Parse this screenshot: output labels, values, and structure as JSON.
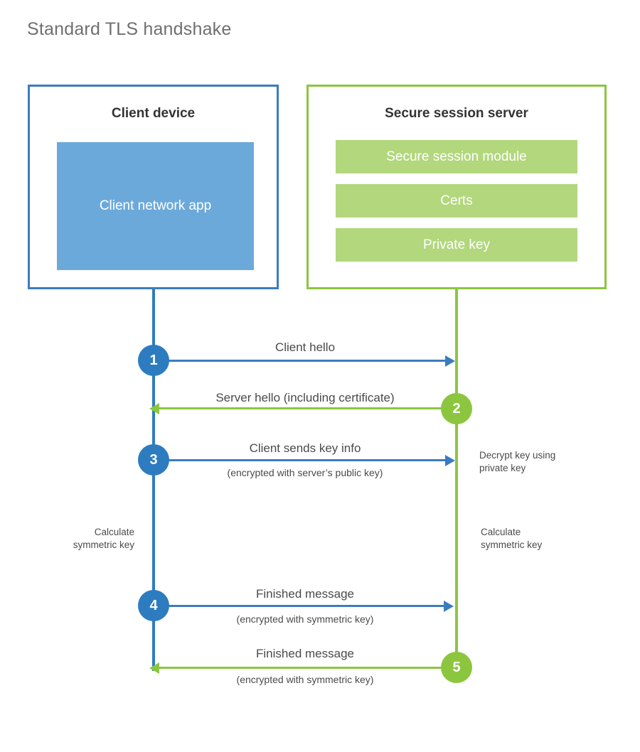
{
  "page": {
    "title": "Standard TLS handshake"
  },
  "colors": {
    "client_border": "#3b7cc0",
    "client_line": "#2e7cc0",
    "client_fill": "#6ca9db",
    "server_border": "#8cc63f",
    "server_fill": "#b2d77c",
    "title_text": "#6f6f6f",
    "body_text": "#4a4a4a",
    "background": "#ffffff"
  },
  "client": {
    "title": "Client device",
    "app_label": "Client network app"
  },
  "server": {
    "title": "Secure session server",
    "modules": [
      {
        "label": "Secure session module"
      },
      {
        "label": "Certs"
      },
      {
        "label": "Private key"
      }
    ]
  },
  "steps": [
    {
      "number": "1",
      "label": "Client hello",
      "sub": "",
      "direction": "client-to-server",
      "color": "blue"
    },
    {
      "number": "2",
      "label": "Server hello (including certificate)",
      "sub": "",
      "direction": "server-to-client",
      "color": "green"
    },
    {
      "number": "3",
      "label": "Client sends key info",
      "sub": "(encrypted with server’s public key)",
      "direction": "client-to-server",
      "color": "blue"
    },
    {
      "number": "4",
      "label": "Finished message",
      "sub": "(encrypted with symmetric key)",
      "direction": "client-to-server",
      "color": "blue"
    },
    {
      "number": "5",
      "label": "Finished message",
      "sub": "(encrypted with symmetric key)",
      "direction": "server-to-client",
      "color": "green"
    }
  ],
  "notes": {
    "server_decrypt": "Decrypt key using\nprivate key",
    "client_calculate": "Calculate\nsymmetric key",
    "server_calculate": "Calculate\nsymmetric key"
  }
}
